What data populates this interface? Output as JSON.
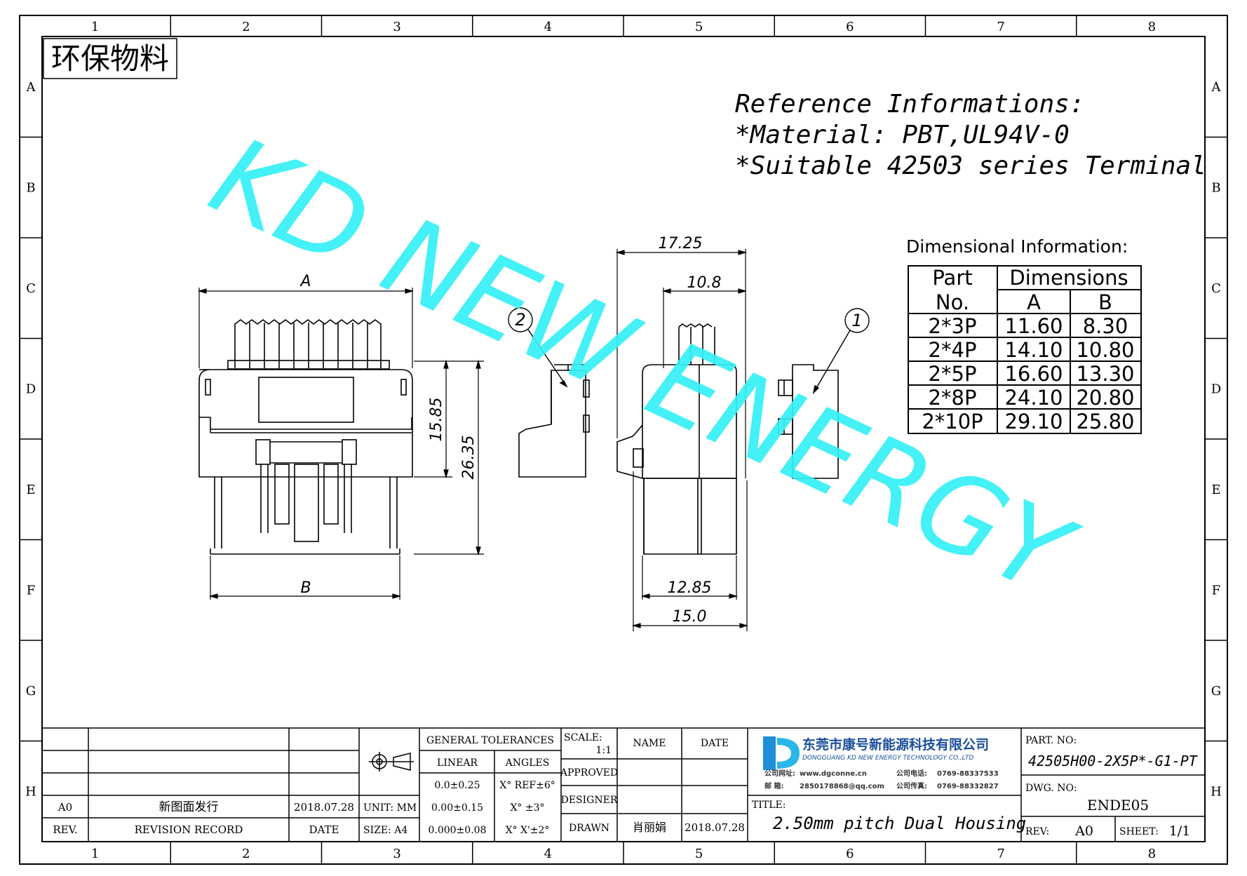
{
  "frame": {
    "columns": [
      "1",
      "2",
      "3",
      "4",
      "5",
      "6",
      "7",
      "8"
    ],
    "rows": [
      "A",
      "B",
      "C",
      "D",
      "E",
      "F",
      "G",
      "H"
    ]
  },
  "stamp": "环保物料",
  "watermark": "KD NEW ENERGY",
  "reference": {
    "heading": "Reference Informations:",
    "material": "*Material: PBT,UL94V-0",
    "terminal": "*Suitable 42503 series Terminal"
  },
  "dim_table": {
    "title": "Dimensional Information:",
    "part_header_1": "Part",
    "part_header_2": "No.",
    "dim_header": "Dimensions",
    "col_a": "A",
    "col_b": "B",
    "rows": [
      {
        "part": "2*3P",
        "a": "11.60",
        "b": "8.30"
      },
      {
        "part": "2*4P",
        "a": "14.10",
        "b": "10.80"
      },
      {
        "part": "2*5P",
        "a": "16.60",
        "b": "13.30"
      },
      {
        "part": "2*8P",
        "a": "24.10",
        "b": "20.80"
      },
      {
        "part": "2*10P",
        "a": "29.10",
        "b": "25.80"
      }
    ]
  },
  "dims": {
    "a": "A",
    "b": "B",
    "h1": "15.85",
    "h2": "26.35",
    "w1": "17.25",
    "w2": "10.8",
    "w3": "12.85",
    "w4": "15.0",
    "callout1": "1",
    "callout2": "2"
  },
  "title_block": {
    "general_tol": "GENERAL TOLERANCES",
    "linear": "LINEAR",
    "angles": "ANGLES",
    "tol_rows": [
      {
        "linear": "0.0±0.25",
        "angle": "X° REF±6°"
      },
      {
        "linear": "0.00±0.15",
        "angle": "X° ±3°"
      },
      {
        "linear": "0.000±0.08",
        "angle": "X° X'±2°"
      }
    ],
    "unit": "UNIT: MM",
    "size": "SIZE: A4",
    "scale_label": "SCALE:",
    "scale_value": "1:1",
    "name_h": "NAME",
    "date_h": "DATE",
    "approved": "APPROVED",
    "designer": "DESIGNER",
    "drawn": "DRAWN",
    "drawn_name": "肖丽娟",
    "drawn_date": "2018.07.28",
    "rev_code": "A0",
    "rev_record": "新图面发行",
    "rev_date": "2018.07.28",
    "rev_h": "REV.",
    "record_h": "REVISION RECORD",
    "date_col_h": "DATE",
    "company_cn": "东莞市康号新能源科技有限公司",
    "company_en": "DONGGUANG KD NEW ENERGY TECHNOLOGY CO.,LTD",
    "contact_1_label": "公司网址:",
    "contact_1": "www.dgconne.cn",
    "contact_2_label": "公司电话:",
    "contact_2": "0769-88337533",
    "contact_3_label": "邮  箱:",
    "contact_3": "2850178868@qq.com",
    "contact_4_label": "公司传真:",
    "contact_4": "0769-88332827",
    "title_label": "TITLE:",
    "title": "2.50mm pitch Dual Housing",
    "part_no_label": "PART. NO:",
    "part_no": "42505H00-2X5P*-G1-PT",
    "dwg_no_label": "DWG. NO:",
    "dwg_no": "ENDE05",
    "rev_label": "REV:",
    "rev": "A0",
    "sheet_label": "SHEET:",
    "sheet": "1/1"
  },
  "colors": {
    "line": "#000000",
    "watermark": "#33f0f5"
  }
}
